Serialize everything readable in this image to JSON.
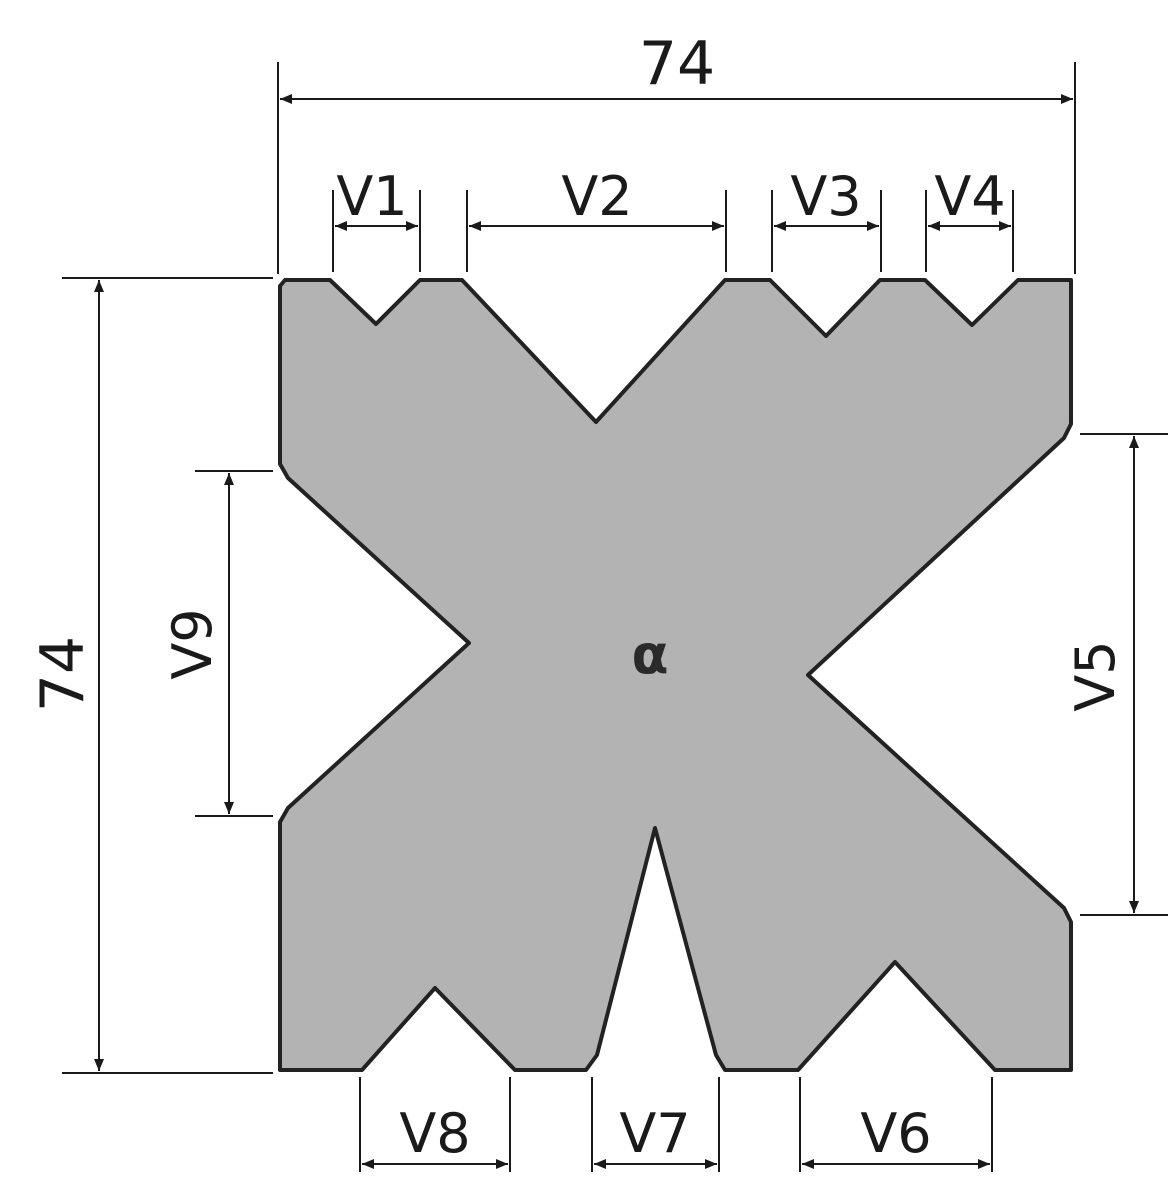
{
  "overall": {
    "width_label": "74",
    "height_label": "74"
  },
  "openings": {
    "v1": "V1",
    "v2": "V2",
    "v3": "V3",
    "v4": "V4",
    "v5": "V5",
    "v6": "V6",
    "v7": "V7",
    "v8": "V8",
    "v9": "V9"
  },
  "angle_symbol": "α",
  "colors": {
    "profile_fill": "#b3b3b3",
    "outline": "#222222",
    "dimension_line": "#1a1a1a"
  }
}
